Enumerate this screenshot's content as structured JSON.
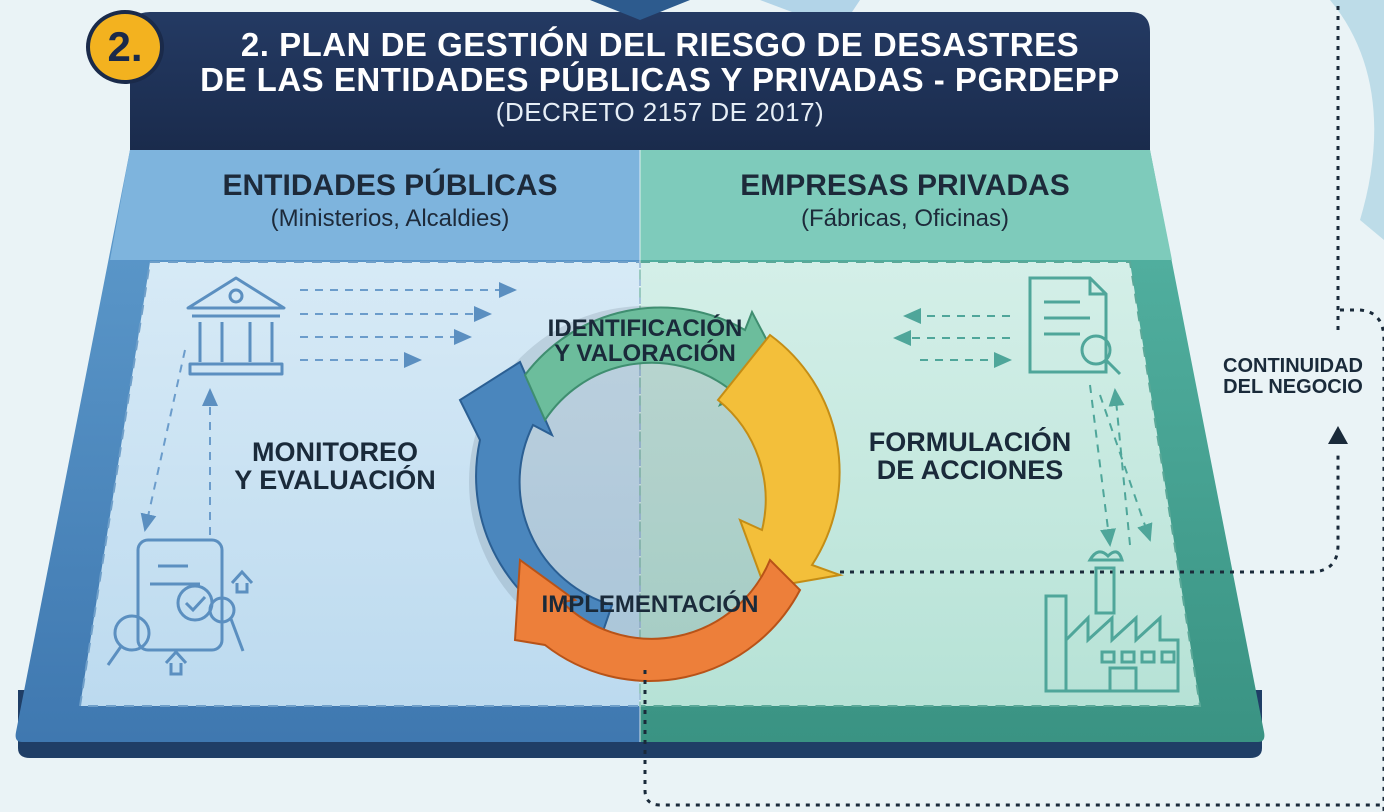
{
  "badge": {
    "number": "2."
  },
  "header": {
    "title_line1": "2. PLAN DE GESTIÓN DEL RIESGO DE DESASTRES",
    "title_line2": "DE LAS ENTIDADES PÚBLICAS Y PRIVADAS - PGRDEPP",
    "decree": "(DECRETO 2157 DE 2017)"
  },
  "columns": {
    "left": {
      "title": "ENTIDADES PÚBLICAS",
      "subtitle": "(Ministerios, Alcaldies)"
    },
    "right": {
      "title": "EMPRESAS PRIVADAS",
      "subtitle": "(Fábricas, Oficinas)"
    }
  },
  "cycle": {
    "identification_line1": "IDENTIFICACIÓN",
    "identification_line2": "Y VALORACIÓN",
    "formulation_line1": "FORMULACIÓN",
    "formulation_line2": "DE ACCIONES",
    "implementation": "IMPLEMENTACIÓN",
    "monitoring_line1": "MONITOREO",
    "monitoring_line2": "Y EVALUACIÓN"
  },
  "side": {
    "continuity_line1": "CONTINUIDAD",
    "continuity_line2": "DEL NEGOCIO"
  },
  "colors": {
    "header_navy": "#1e2f52",
    "public_blue": "#8ec0e2",
    "private_teal": "#92d3c6",
    "arrow_green": "#6cbd9c",
    "arrow_yellow": "#f3bf3a",
    "arrow_orange": "#ed7f3a",
    "arrow_blue": "#4a86bd",
    "badge_gold": "#f3b21f"
  },
  "icons": {
    "public": [
      "government-building-icon",
      "document-checklist-icon",
      "magnifier-icon"
    ],
    "private": [
      "document-search-icon",
      "factory-icon"
    ]
  }
}
